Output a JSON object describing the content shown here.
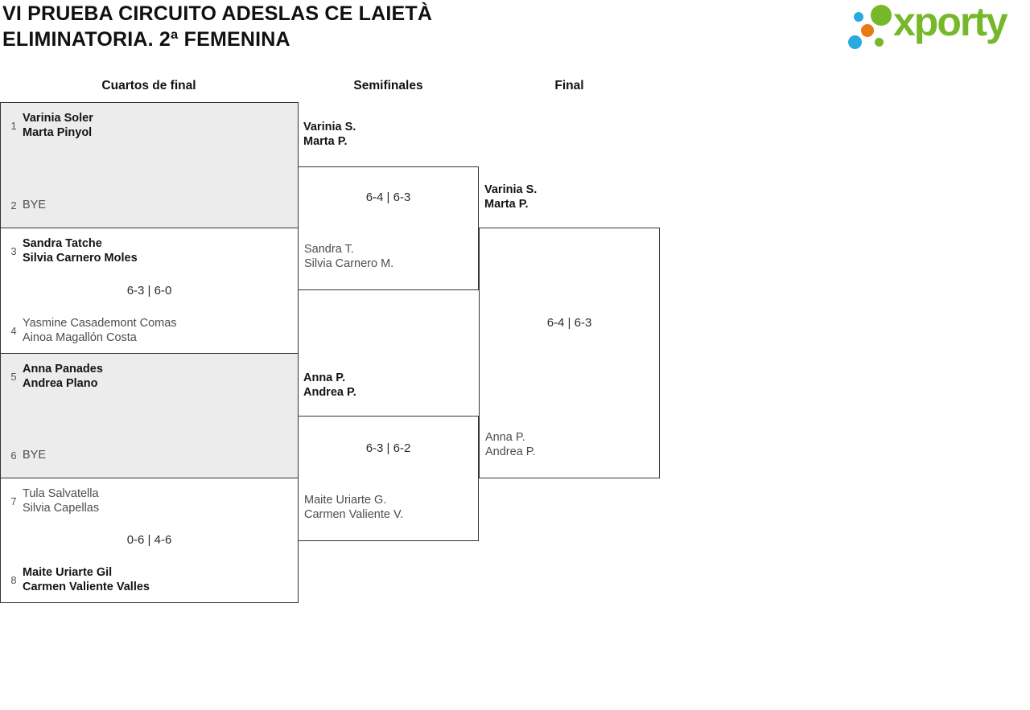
{
  "page": {
    "title_line1": "VI PRUEBA CIRCUITO ADESLAS CE LAIETÀ",
    "title_line2": "ELIMINATORIA. 2ª FEMENINA"
  },
  "logo": {
    "wordmark": "xporty"
  },
  "round_headers": {
    "quarterfinals": "Cuartos de final",
    "semifinals": "Semifinales",
    "final": "Final"
  },
  "bracket": {
    "quarterfinals": [
      {
        "seed_top": "1",
        "team_top": [
          "Varinia Soler",
          "Marta Pinyol"
        ],
        "top_is_winner": true,
        "score": "",
        "seed_bottom": "2",
        "team_bottom": [
          "BYE"
        ],
        "bottom_is_winner": false
      },
      {
        "seed_top": "3",
        "team_top": [
          "Sandra Tatche",
          "Silvia Carnero Moles"
        ],
        "top_is_winner": true,
        "score": "6-3 | 6-0",
        "seed_bottom": "4",
        "team_bottom": [
          "Yasmine Casademont Comas",
          "Ainoa Magallón Costa"
        ],
        "bottom_is_winner": false
      },
      {
        "seed_top": "5",
        "team_top": [
          "Anna Panades",
          "Andrea Plano"
        ],
        "top_is_winner": true,
        "score": "",
        "seed_bottom": "6",
        "team_bottom": [
          "BYE"
        ],
        "bottom_is_winner": false
      },
      {
        "seed_top": "7",
        "team_top": [
          "Tula Salvatella",
          "Silvia Capellas"
        ],
        "top_is_winner": false,
        "score": "0-6 | 4-6",
        "seed_bottom": "8",
        "team_bottom": [
          "Maite Uriarte Gil",
          "Carmen Valiente Valles"
        ],
        "bottom_is_winner": true
      }
    ],
    "semifinals": [
      {
        "advancing_team": [
          "Varinia S.",
          "Marta P."
        ],
        "score": "6-4 | 6-3",
        "eliminated_team": [
          "Sandra T.",
          "Silvia Carnero M."
        ]
      },
      {
        "advancing_team": [
          "Anna P.",
          "Andrea P."
        ],
        "score": "6-3 | 6-2",
        "eliminated_team": [
          "Maite Uriarte G.",
          "Carmen Valiente V."
        ]
      }
    ],
    "final": {
      "advancing_team": [
        "Varinia S.",
        "Marta P."
      ],
      "score": "6-4 | 6-3",
      "eliminated_team": [
        "Anna P.",
        "Andrea P."
      ]
    }
  },
  "colors": {
    "brand_green": "#76b82a",
    "brand_blue": "#29aae1",
    "brand_orange": "#e87913",
    "shaded_block_bg": "#ececec",
    "border": "#333333"
  }
}
